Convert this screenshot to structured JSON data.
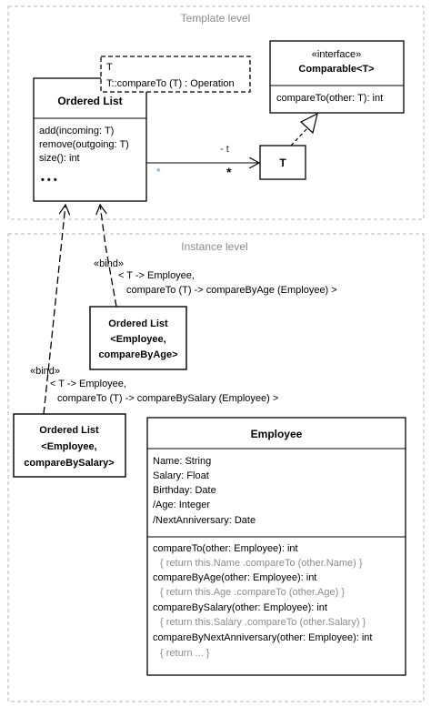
{
  "template_level": {
    "title": "Template level",
    "ordered_list": {
      "name": "Ordered List",
      "operations": [
        "add(incoming: T)",
        "remove(outgoing: T)",
        "size(): int"
      ],
      "ellipsis": "• • •"
    },
    "template_params": {
      "line1": "T",
      "line2": "T::compareTo (T) : Operation"
    },
    "comparable": {
      "stereotype": "«interface»",
      "name": "Comparable<T>",
      "operation": "compareTo(other: T): int"
    },
    "t_box": {
      "name": "T"
    },
    "association": {
      "role": "- t",
      "source_mult": "*",
      "target_mult": "*"
    }
  },
  "instance_level": {
    "title": "Instance level",
    "bind_age": {
      "keyword": "«bind»",
      "line1": "< T -> Employee,",
      "line2": "compareTo (T) -> compareByAge (Employee) >"
    },
    "list_by_age": {
      "line1": "Ordered List",
      "line2": "<Employee,",
      "line3": "compareByAge>"
    },
    "bind_salary": {
      "keyword": "«bind»",
      "line1": "< T -> Employee,",
      "line2": "compareTo (T) -> compareBySalary (Employee) >"
    },
    "list_by_salary": {
      "line1": "Ordered List",
      "line2": "<Employee,",
      "line3": "compareBySalary>"
    },
    "employee": {
      "name": "Employee",
      "attributes": [
        "Name: String",
        "Salary: Float",
        "Birthday: Date",
        "/Age: Integer",
        "/NextAnniversary: Date"
      ],
      "operations": [
        {
          "signature": "compareTo(other: Employee): int",
          "body": "{ return this.Name .compareTo (other.Name) }"
        },
        {
          "signature": "compareByAge(other: Employee): int",
          "body": "{ return this.Age .compareTo (other.Age) }"
        },
        {
          "signature": "compareBySalary(other: Employee): int",
          "body": "{ return this.Salary .compareTo (other.Salary) }"
        },
        {
          "signature": "compareByNextAnniversary(other: Employee): int",
          "body": "{ return ... }"
        }
      ]
    }
  },
  "colors": {
    "frame": "#b4b4b4",
    "frame_title": "#8c8c8c",
    "line": "#000000",
    "body_text": "#8c8c8c",
    "association_mult": "#6a8fb0"
  }
}
